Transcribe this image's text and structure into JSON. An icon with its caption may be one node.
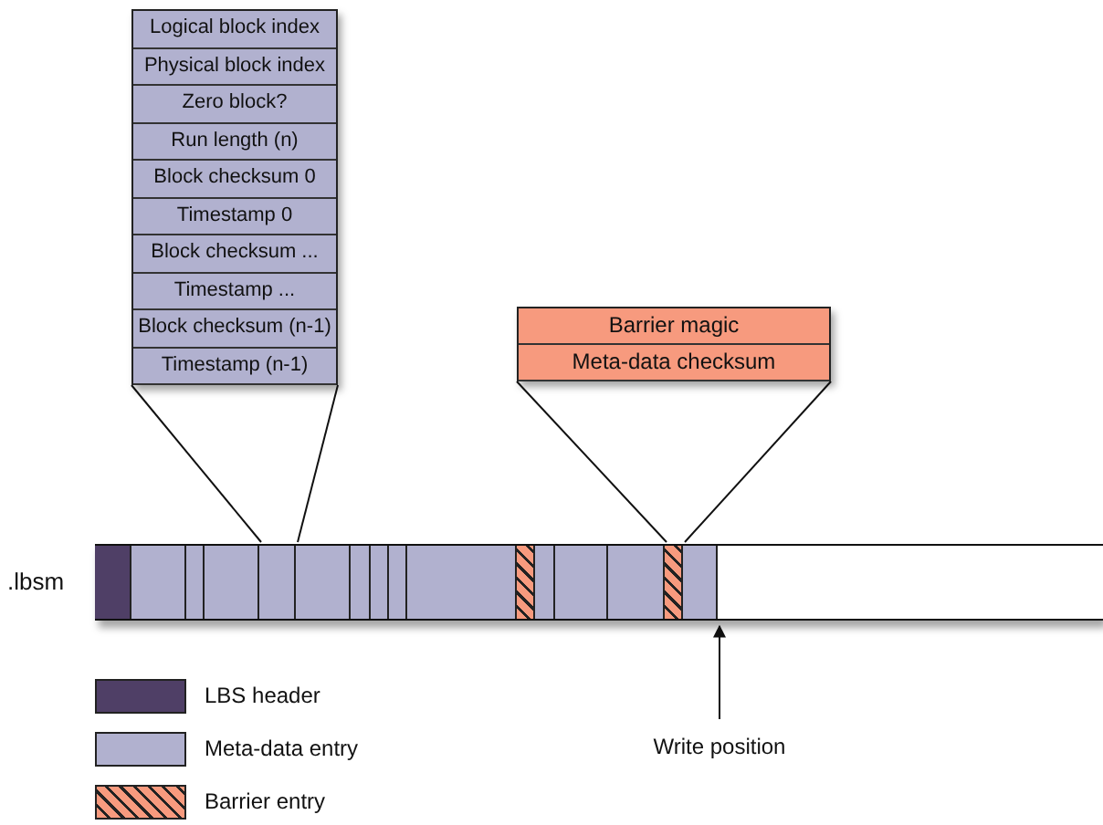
{
  "diagram": {
    "nodes": [
      {
        "text": [],
        "shape": "box"
      },
      {
        "text": [
          "Logical block index"
        ],
        "in": 0
      },
      {
        "text": [
          "Physical block index"
        ],
        "in": 0
      },
      {
        "text": [
          "Zero block?"
        ],
        "in": 0
      },
      {
        "text": [
          "Run length (n)"
        ],
        "in": 0
      },
      {
        "text": [
          "Block checksum 0"
        ],
        "in": 0
      },
      {
        "text": [
          "Timestamp 0"
        ],
        "in": 0
      },
      {
        "text": [
          "Block checksum ..."
        ],
        "in": 0
      },
      {
        "text": [
          "Timestamp ..."
        ],
        "in": 0
      },
      {
        "text": [
          "Block checksum (n-1)"
        ],
        "in": 0
      },
      {
        "text": [
          "Timestamp (n-1)"
        ],
        "in": 0
      },
      {
        "text": [],
        "shape": "box"
      },
      {
        "text": [
          "Barrier magic"
        ],
        "in": 11
      },
      {
        "text": [
          "Meta-data checksum"
        ],
        "in": 11
      },
      {
        "text": [],
        "shape": "bar",
        "beside": [
          ".lbsm"
        ]
      },
      {
        "text": [],
        "shape": "bar",
        "in": 14
      },
      {
        "text": [],
        "shape": "bar",
        "in": 14
      },
      {
        "text": [],
        "shape": "bar",
        "in": 14
      },
      {
        "text": [],
        "shape": "bar",
        "in": 14
      },
      {
        "text": [],
        "shape": "bar",
        "in": 14
      },
      {
        "text": [],
        "shape": "bar",
        "in": 14
      },
      {
        "text": [],
        "shape": "bar",
        "in": 14
      },
      {
        "text": [],
        "shape": "bar",
        "in": 14
      },
      {
        "text": [],
        "shape": "bar",
        "in": 14
      },
      {
        "text": [],
        "shape": "bar",
        "in": 14
      },
      {
        "text": [],
        "shape": "bar",
        "in": 14
      },
      {
        "text": [],
        "shape": "bar",
        "in": 14
      },
      {
        "text": [],
        "shape": "bar",
        "in": 14
      },
      {
        "text": [],
        "shape": "bar",
        "in": 14
      },
      {
        "text": [],
        "shape": "bar",
        "in": 14
      },
      {
        "text": [],
        "shape": "bar",
        "in": 14
      },
      {
        "text": [
          "Write position"
        ]
      }
    ],
    "edges": [
      {
        "from": 0,
        "to": 19,
        "arrow": "none"
      },
      {
        "from": 0,
        "to": 19,
        "arrow": "none"
      },
      {
        "from": 11,
        "to": 29,
        "arrow": "none"
      },
      {
        "from": 11,
        "to": 29,
        "arrow": "none"
      },
      {
        "from": 31,
        "to": 14,
        "arrow": "to"
      }
    ],
    "legend": [
      {
        "text": "LBS header",
        "color": "#4f3f66"
      },
      {
        "text": "Meta-data entry",
        "color": "#b1b1cf"
      },
      {
        "text": "Barrier entry",
        "color": "#f79a7e"
      }
    ]
  }
}
